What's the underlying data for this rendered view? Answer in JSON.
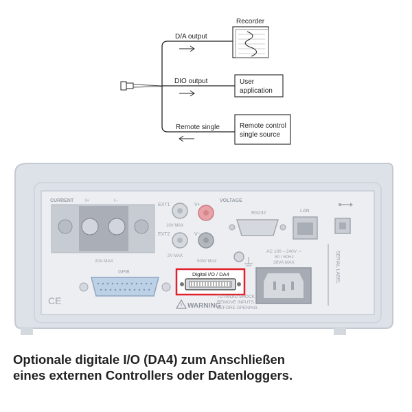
{
  "diagram": {
    "da_output_label": "D/A output",
    "dio_output_label": "DIO output",
    "remote_single_label": "Remote single",
    "recorder_label": "Recorder",
    "user_application_lines": [
      "User",
      "application"
    ],
    "remote_control_lines": [
      "Remote control",
      "single source"
    ]
  },
  "device_panel": {
    "current_label": "CURRENT",
    "i_plus_label": "I+",
    "i_minus_label": "I−",
    "current_max_label": "20A MAX",
    "ext1_label": "EXT1",
    "ext1_max_label": "10V MAX",
    "ext2_label": "EXT2",
    "ext2_max_label": "2V MAX",
    "voltage_label": "VOLTAGE",
    "v_plus_label": "V+",
    "v_minus_label": "V−",
    "voltage_max_label": "500V MAX",
    "rs232_label": "RS232",
    "lan_label": "LAN",
    "gpib_label": "GPIB",
    "digital_io_label": "Digital  I/O / DA4",
    "ac_lines": [
      "AC 100 – 240V ∼",
      "50 / 60Hz",
      "30VA  MAX"
    ],
    "serial_label": "SERIAL LABEL",
    "warning_label": "WARNING",
    "warning_lines": [
      "TO AVOID SHOCK",
      "REMOVE  INPUTS",
      "BEFORE  OPENING."
    ],
    "ce_mark": "CE"
  },
  "caption": {
    "line1": "Optionale digitale I/O (DA4) zum Anschließen",
    "line2": "eines externen Controllers oder Datenloggers."
  },
  "colors": {
    "highlight": "#e0202a",
    "panel_body": "#dde1e8",
    "panel_inner": "#eceef2",
    "line": "#222222"
  }
}
